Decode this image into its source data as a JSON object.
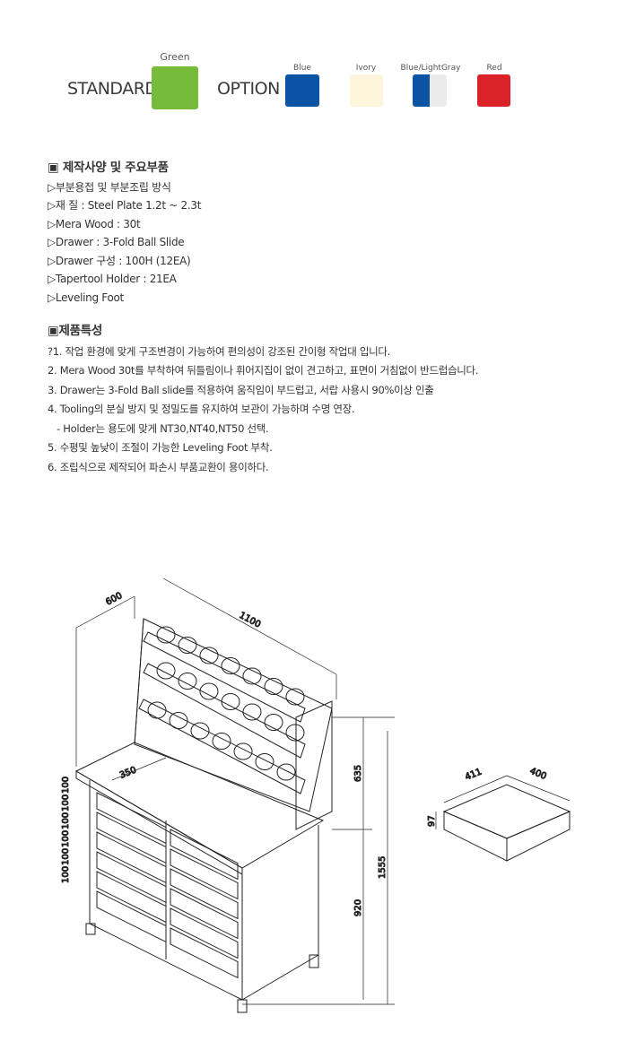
{
  "colors": {
    "standard_label": "STANDARD",
    "option_label": "OPTION",
    "standard": {
      "name": "Green",
      "hex": "#76bc3a"
    },
    "options": [
      {
        "name": "Blue",
        "hex": "#0b54a3"
      },
      {
        "name": "Ivory",
        "hex": "#fdf6dc"
      },
      {
        "name": "Blue/LightGray",
        "hex": "#0b54a3",
        "hex2": "#ebebeb"
      },
      {
        "name": "Red",
        "hex": "#da2229"
      }
    ]
  },
  "spec": {
    "title": "▣ 제작사양 및 주요부품",
    "items": [
      "▷부분용접 및 부분조립 방식",
      "▷재 질 : Steel Plate 1.2t ~ 2.3t",
      "▷Mera Wood : 30t",
      "▷Drawer : 3-Fold Ball Slide",
      "▷Drawer 구성 : 100H (12EA)",
      "▷Tapertool Holder : 21EA",
      "▷Leveling Foot"
    ]
  },
  "features": {
    "title": "▣제품특성",
    "items": [
      "?1. 작업 환경에 맞게 구조변경이 가능하여 편의성이 강조된 간이형 작업대 입니다.",
      "2. Mera Wood 30t를 부착하여 뒤틀림이나 휘어지집이 없이 견고하고, 표면이 거침없이 반드럽습니다.",
      "3. Drawer는 3-Fold Ball slide를 적용하여 움직임이 부드럽고, 서랍 사용시 90%이상 인출",
      "4. Tooling의 분실 방지 및 정밀도를 유지하여 보관이 가능하며 수명 연장.",
      "   - Holder는 용도에 맞게 NT30,NT40,NT50 선택.",
      "5. 수평및 높낮이 조절이 가능한 Leveling Foot 부착.",
      "6. 조립식으로 제작되어 파손시 부품교환이 용이하다."
    ]
  },
  "drawing": {
    "dims": {
      "depth": "600",
      "width": "1100",
      "shelf": "350",
      "rack_h": "635",
      "total_h": "1555",
      "table_h": "920",
      "drawer_d": "411",
      "drawer_w": "400",
      "drawer_h": "97",
      "drawer_pitch": "100"
    }
  }
}
